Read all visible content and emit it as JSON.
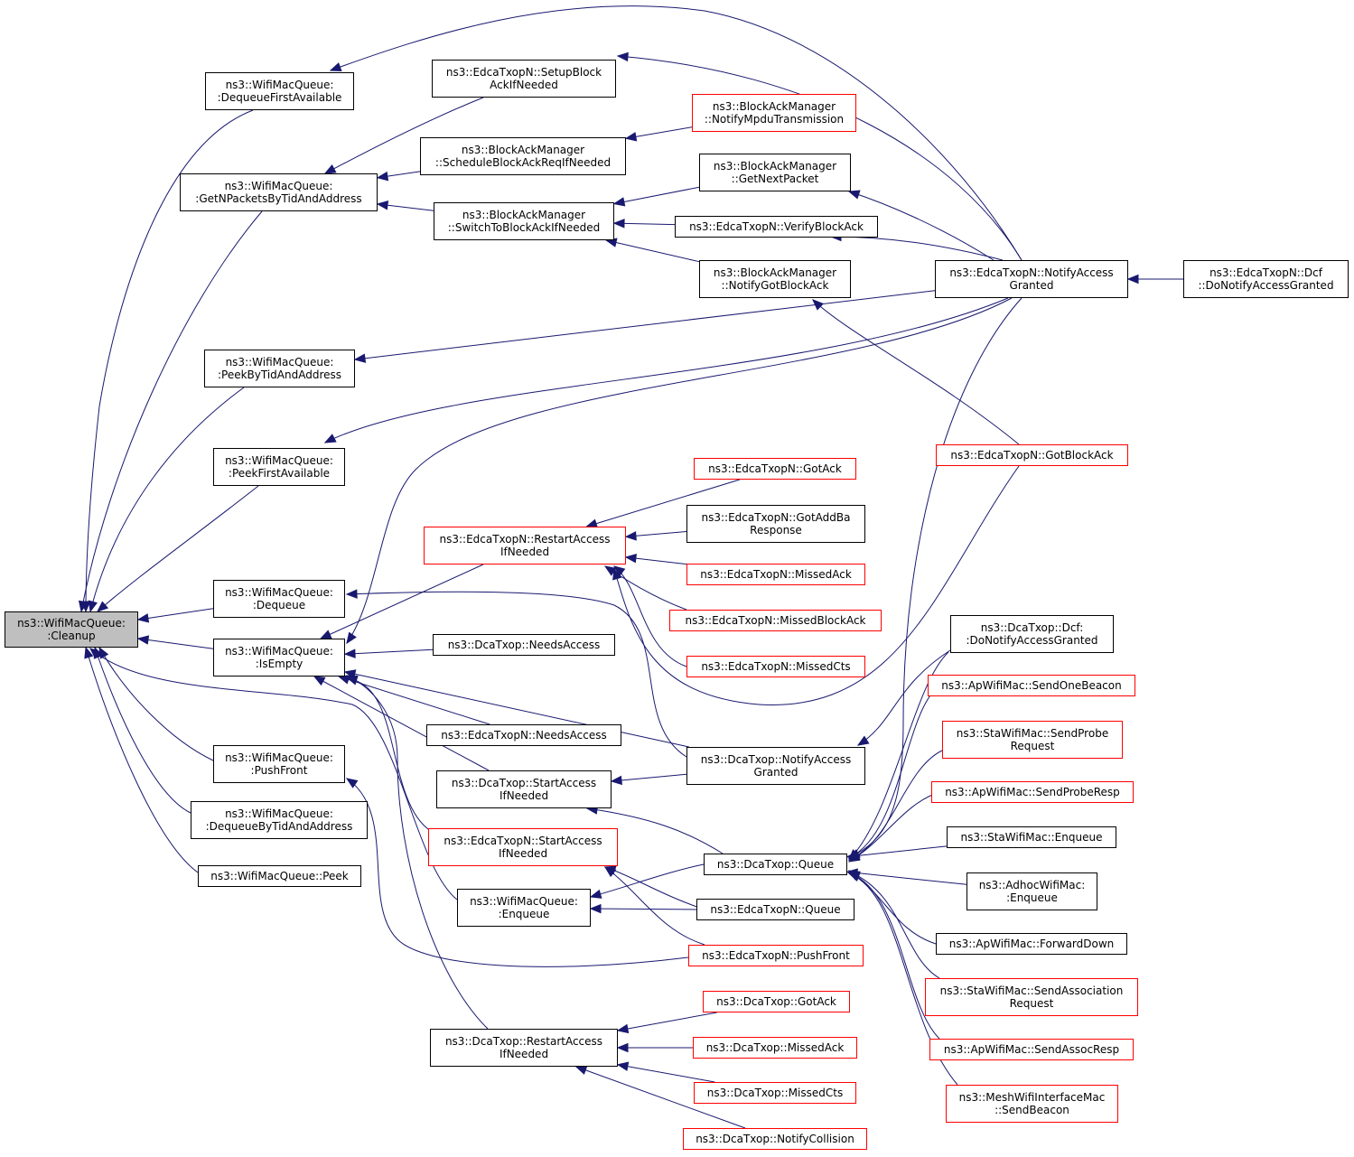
{
  "graph": {
    "edge_color": "#191970",
    "root_fill": "#bfbfbf",
    "truncated_border": "#ff0000",
    "normal_border": "#000000",
    "nodes": [
      {
        "id": "cleanup",
        "lines": [
          "ns3::WifiMacQueue:",
          ":Cleanup"
        ],
        "kind": "root"
      },
      {
        "id": "dequeue_first_available",
        "lines": [
          "ns3::WifiMacQueue:",
          ":DequeueFirstAvailable"
        ],
        "kind": "normal"
      },
      {
        "id": "get_npackets",
        "lines": [
          "ns3::WifiMacQueue:",
          ":GetNPacketsByTidAndAddress"
        ],
        "kind": "normal"
      },
      {
        "id": "peek_by_tid",
        "lines": [
          "ns3::WifiMacQueue:",
          ":PeekByTidAndAddress"
        ],
        "kind": "normal"
      },
      {
        "id": "peek_first_available",
        "lines": [
          "ns3::WifiMacQueue:",
          ":PeekFirstAvailable"
        ],
        "kind": "normal"
      },
      {
        "id": "wmq_dequeue",
        "lines": [
          "ns3::WifiMacQueue:",
          ":Dequeue"
        ],
        "kind": "normal"
      },
      {
        "id": "wmq_isempty",
        "lines": [
          "ns3::WifiMacQueue:",
          ":IsEmpty"
        ],
        "kind": "normal"
      },
      {
        "id": "wmq_pushfront",
        "lines": [
          "ns3::WifiMacQueue:",
          ":PushFront"
        ],
        "kind": "normal"
      },
      {
        "id": "dequeue_by_tid",
        "lines": [
          "ns3::WifiMacQueue:",
          ":DequeueByTidAndAddress"
        ],
        "kind": "normal"
      },
      {
        "id": "wmq_peek",
        "lines": [
          "ns3::WifiMacQueue::Peek"
        ],
        "kind": "normal"
      },
      {
        "id": "setup_block_ack",
        "lines": [
          "ns3::EdcaTxopN::SetupBlock",
          "AckIfNeeded"
        ],
        "kind": "normal"
      },
      {
        "id": "bam_schedule",
        "lines": [
          "ns3::BlockAckManager",
          "::ScheduleBlockAckReqIfNeeded"
        ],
        "kind": "normal"
      },
      {
        "id": "bam_switch",
        "lines": [
          "ns3::BlockAckManager",
          "::SwitchToBlockAckIfNeeded"
        ],
        "kind": "normal"
      },
      {
        "id": "bam_notify_mpdu",
        "lines": [
          "ns3::BlockAckManager",
          "::NotifyMpduTransmission"
        ],
        "kind": "truncated"
      },
      {
        "id": "bam_get_next",
        "lines": [
          "ns3::BlockAckManager",
          "::GetNextPacket"
        ],
        "kind": "normal"
      },
      {
        "id": "edca_verify",
        "lines": [
          "ns3::EdcaTxopN::VerifyBlockAck"
        ],
        "kind": "normal"
      },
      {
        "id": "bam_notify_got",
        "lines": [
          "ns3::BlockAckManager",
          "::NotifyGotBlockAck"
        ],
        "kind": "normal"
      },
      {
        "id": "edca_notify_access",
        "lines": [
          "ns3::EdcaTxopN::NotifyAccess",
          "Granted"
        ],
        "kind": "normal"
      },
      {
        "id": "edca_dcf_notify",
        "lines": [
          "ns3::EdcaTxopN::Dcf",
          "::DoNotifyAccessGranted"
        ],
        "kind": "normal"
      },
      {
        "id": "edca_got_block_ack",
        "lines": [
          "ns3::EdcaTxopN::GotBlockAck"
        ],
        "kind": "truncated"
      },
      {
        "id": "edca_restart",
        "lines": [
          "ns3::EdcaTxopN::RestartAccess",
          "IfNeeded"
        ],
        "kind": "truncated"
      },
      {
        "id": "edca_got_ack",
        "lines": [
          "ns3::EdcaTxopN::GotAck"
        ],
        "kind": "truncated"
      },
      {
        "id": "edca_got_addba",
        "lines": [
          "ns3::EdcaTxopN::GotAddBa",
          "Response"
        ],
        "kind": "normal"
      },
      {
        "id": "edca_missed_ack",
        "lines": [
          "ns3::EdcaTxopN::MissedAck"
        ],
        "kind": "truncated"
      },
      {
        "id": "edca_missed_block",
        "lines": [
          "ns3::EdcaTxopN::MissedBlockAck"
        ],
        "kind": "truncated"
      },
      {
        "id": "edca_missed_cts",
        "lines": [
          "ns3::EdcaTxopN::MissedCts"
        ],
        "kind": "truncated"
      },
      {
        "id": "dca_needs_access",
        "lines": [
          "ns3::DcaTxop::NeedsAccess"
        ],
        "kind": "normal"
      },
      {
        "id": "edca_needs_access",
        "lines": [
          "ns3::EdcaTxopN::NeedsAccess"
        ],
        "kind": "normal"
      },
      {
        "id": "dca_start_access",
        "lines": [
          "ns3::DcaTxop::StartAccess",
          "IfNeeded"
        ],
        "kind": "normal"
      },
      {
        "id": "dca_notify_access",
        "lines": [
          "ns3::DcaTxop::NotifyAccess",
          "Granted"
        ],
        "kind": "normal"
      },
      {
        "id": "edca_start_access",
        "lines": [
          "ns3::EdcaTxopN::StartAccess",
          "IfNeeded"
        ],
        "kind": "truncated"
      },
      {
        "id": "dca_queue",
        "lines": [
          "ns3::DcaTxop::Queue"
        ],
        "kind": "normal"
      },
      {
        "id": "wmq_enqueue",
        "lines": [
          "ns3::WifiMacQueue:",
          ":Enqueue"
        ],
        "kind": "normal"
      },
      {
        "id": "edca_queue",
        "lines": [
          "ns3::EdcaTxopN::Queue"
        ],
        "kind": "normal"
      },
      {
        "id": "edca_pushfront",
        "lines": [
          "ns3::EdcaTxopN::PushFront"
        ],
        "kind": "truncated"
      },
      {
        "id": "dca_restart",
        "lines": [
          "ns3::DcaTxop::RestartAccess",
          "IfNeeded"
        ],
        "kind": "normal"
      },
      {
        "id": "dca_got_ack",
        "lines": [
          "ns3::DcaTxop::GotAck"
        ],
        "kind": "truncated"
      },
      {
        "id": "dca_missed_ack",
        "lines": [
          "ns3::DcaTxop::MissedAck"
        ],
        "kind": "truncated"
      },
      {
        "id": "dca_missed_cts",
        "lines": [
          "ns3::DcaTxop::MissedCts"
        ],
        "kind": "truncated"
      },
      {
        "id": "dca_notify_collision",
        "lines": [
          "ns3::DcaTxop::NotifyCollision"
        ],
        "kind": "truncated"
      },
      {
        "id": "dca_dcf_notify",
        "lines": [
          "ns3::DcaTxop::Dcf:",
          ":DoNotifyAccessGranted"
        ],
        "kind": "normal"
      },
      {
        "id": "ap_send_one_beacon",
        "lines": [
          "ns3::ApWifiMac::SendOneBeacon"
        ],
        "kind": "truncated"
      },
      {
        "id": "sta_send_probe_req",
        "lines": [
          "ns3::StaWifiMac::SendProbe",
          "Request"
        ],
        "kind": "truncated"
      },
      {
        "id": "ap_send_probe_resp",
        "lines": [
          "ns3::ApWifiMac::SendProbeResp"
        ],
        "kind": "truncated"
      },
      {
        "id": "sta_enqueue",
        "lines": [
          "ns3::StaWifiMac::Enqueue"
        ],
        "kind": "normal"
      },
      {
        "id": "adhoc_enqueue",
        "lines": [
          "ns3::AdhocWifiMac:",
          ":Enqueue"
        ],
        "kind": "normal"
      },
      {
        "id": "ap_forward_down",
        "lines": [
          "ns3::ApWifiMac::ForwardDown"
        ],
        "kind": "normal"
      },
      {
        "id": "sta_send_assoc",
        "lines": [
          "ns3::StaWifiMac::SendAssociation",
          "Request"
        ],
        "kind": "truncated"
      },
      {
        "id": "ap_send_assoc_resp",
        "lines": [
          "ns3::ApWifiMac::SendAssocResp"
        ],
        "kind": "truncated"
      },
      {
        "id": "mesh_send_beacon",
        "lines": [
          "ns3::MeshWifiInterfaceMac",
          "::SendBeacon"
        ],
        "kind": "truncated"
      }
    ],
    "edges": [
      {
        "from": "dequeue_first_available",
        "to": "cleanup"
      },
      {
        "from": "get_npackets",
        "to": "cleanup"
      },
      {
        "from": "peek_by_tid",
        "to": "cleanup"
      },
      {
        "from": "peek_first_available",
        "to": "cleanup"
      },
      {
        "from": "wmq_dequeue",
        "to": "cleanup"
      },
      {
        "from": "wmq_isempty",
        "to": "cleanup"
      },
      {
        "from": "wmq_pushfront",
        "to": "cleanup"
      },
      {
        "from": "dequeue_by_tid",
        "to": "cleanup"
      },
      {
        "from": "wmq_peek",
        "to": "cleanup"
      },
      {
        "from": "wmq_enqueue",
        "to": "cleanup"
      },
      {
        "from": "edca_notify_access",
        "to": "dequeue_first_available"
      },
      {
        "from": "setup_block_ack",
        "to": "get_npackets"
      },
      {
        "from": "bam_schedule",
        "to": "get_npackets"
      },
      {
        "from": "bam_switch",
        "to": "get_npackets"
      },
      {
        "from": "edca_notify_access",
        "to": "setup_block_ack"
      },
      {
        "from": "bam_notify_mpdu",
        "to": "bam_schedule"
      },
      {
        "from": "bam_get_next",
        "to": "bam_switch"
      },
      {
        "from": "edca_verify",
        "to": "bam_switch"
      },
      {
        "from": "bam_notify_got",
        "to": "bam_switch"
      },
      {
        "from": "edca_notify_access",
        "to": "bam_get_next"
      },
      {
        "from": "edca_notify_access",
        "to": "edca_verify"
      },
      {
        "from": "edca_got_block_ack",
        "to": "bam_notify_got"
      },
      {
        "from": "edca_dcf_notify",
        "to": "edca_notify_access"
      },
      {
        "from": "edca_notify_access",
        "to": "peek_by_tid"
      },
      {
        "from": "edca_notify_access",
        "to": "peek_first_available"
      },
      {
        "from": "edca_notify_access",
        "to": "wmq_isempty"
      },
      {
        "from": "dca_notify_access",
        "to": "wmq_dequeue"
      },
      {
        "from": "edca_restart",
        "to": "wmq_isempty"
      },
      {
        "from": "dca_needs_access",
        "to": "wmq_isempty"
      },
      {
        "from": "edca_needs_access",
        "to": "wmq_isempty"
      },
      {
        "from": "dca_start_access",
        "to": "wmq_isempty"
      },
      {
        "from": "dca_notify_access",
        "to": "wmq_isempty"
      },
      {
        "from": "edca_start_access",
        "to": "wmq_isempty"
      },
      {
        "from": "dca_restart",
        "to": "wmq_isempty"
      },
      {
        "from": "edca_got_ack",
        "to": "edca_restart"
      },
      {
        "from": "edca_got_addba",
        "to": "edca_restart"
      },
      {
        "from": "edca_missed_ack",
        "to": "edca_restart"
      },
      {
        "from": "edca_missed_block",
        "to": "edca_restart"
      },
      {
        "from": "edca_missed_cts",
        "to": "edca_restart"
      },
      {
        "from": "edca_got_block_ack",
        "to": "edca_restart"
      },
      {
        "from": "dca_notify_access",
        "to": "dca_start_access"
      },
      {
        "from": "dca_queue",
        "to": "dca_start_access"
      },
      {
        "from": "dca_dcf_notify",
        "to": "dca_notify_access"
      },
      {
        "from": "edca_queue",
        "to": "edca_start_access"
      },
      {
        "from": "edca_pushfront",
        "to": "edca_start_access"
      },
      {
        "from": "dca_queue",
        "to": "wmq_enqueue"
      },
      {
        "from": "edca_queue",
        "to": "wmq_enqueue"
      },
      {
        "from": "edca_pushfront",
        "to": "wmq_pushfront"
      },
      {
        "from": "dca_got_ack",
        "to": "dca_restart"
      },
      {
        "from": "dca_missed_ack",
        "to": "dca_restart"
      },
      {
        "from": "dca_missed_cts",
        "to": "dca_restart"
      },
      {
        "from": "dca_notify_collision",
        "to": "dca_restart"
      },
      {
        "from": "ap_send_one_beacon",
        "to": "dca_queue"
      },
      {
        "from": "sta_send_probe_req",
        "to": "dca_queue"
      },
      {
        "from": "ap_send_probe_resp",
        "to": "dca_queue"
      },
      {
        "from": "sta_enqueue",
        "to": "dca_queue"
      },
      {
        "from": "adhoc_enqueue",
        "to": "dca_queue"
      },
      {
        "from": "ap_forward_down",
        "to": "dca_queue"
      },
      {
        "from": "sta_send_assoc",
        "to": "dca_queue"
      },
      {
        "from": "ap_send_assoc_resp",
        "to": "dca_queue"
      },
      {
        "from": "mesh_send_beacon",
        "to": "dca_queue"
      },
      {
        "from": "edca_notify_access",
        "to": "dca_queue"
      },
      {
        "from": "dca_dcf_notify",
        "to": "dca_queue"
      }
    ]
  }
}
